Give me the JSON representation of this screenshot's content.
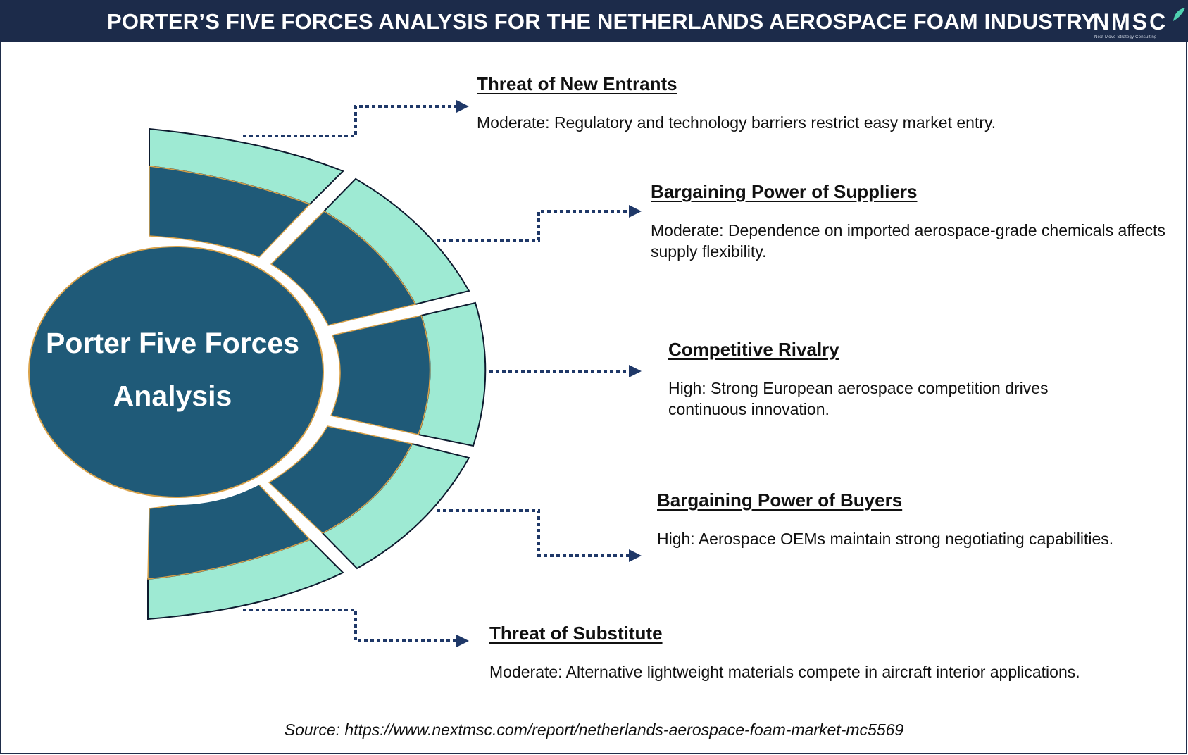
{
  "header": {
    "title": "PORTER’S FIVE FORCES ANALYSIS FOR THE NETHERLANDS AEROSPACE FOAM INDUSTRY",
    "logo_text": "NMSC",
    "logo_tagline": "Next Move Strategy Consulting"
  },
  "center": {
    "line1": "Porter Five Forces",
    "line2": "Analysis"
  },
  "forces": [
    {
      "title": "Threat of New Entrants",
      "description": "Moderate: Regulatory and technology barriers restrict easy market entry."
    },
    {
      "title": "Bargaining Power of Suppliers",
      "description": "Moderate: Dependence on imported aerospace-grade chemicals affects supply flexibility."
    },
    {
      "title": "Competitive Rivalry",
      "description": "High: Strong European aerospace competition drives continuous innovation."
    },
    {
      "title": "Bargaining Power of Buyers",
      "description": "High: Aerospace OEMs maintain strong negotiating capabilities."
    },
    {
      "title": "Threat of Substitute",
      "description": "Moderate: Alternative lightweight materials compete in aircraft interior applications."
    }
  ],
  "source": "Source: https://www.nextmsc.com/report/netherlands-aerospace-foam-market-mc5569",
  "colors": {
    "header_bg": "#1c2b4a",
    "dark_segment": "#1f5a78",
    "light_segment": "#9eead3",
    "connector": "#1f3868",
    "accent_border": "#d9a24a"
  }
}
